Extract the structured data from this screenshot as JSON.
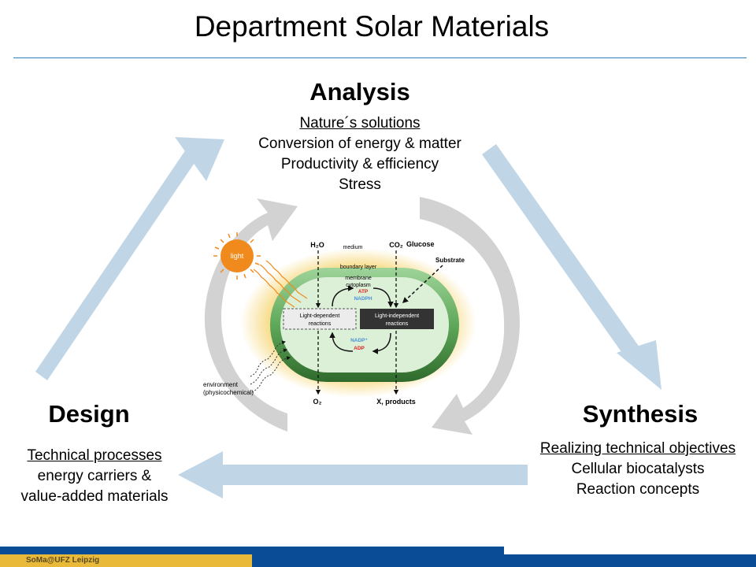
{
  "page": {
    "title": "Department Solar Materials"
  },
  "analysis": {
    "heading": "Analysis",
    "lines": [
      "Nature´s solutions",
      "Conversion of energy & matter",
      "Productivity & efficiency",
      "Stress"
    ]
  },
  "design": {
    "heading": "Design",
    "lines": [
      "Technical processes",
      "energy carriers &",
      "value-added materials"
    ]
  },
  "synthesis": {
    "heading": "Synthesis",
    "lines": [
      "Realizing technical objectives",
      "Cellular biocatalysts",
      "Reaction concepts"
    ]
  },
  "diagram": {
    "light": "light",
    "h2o": "H₂O",
    "medium": "medium",
    "co2": "CO₂",
    "glucose": "Glucose",
    "substrate": "Substrate",
    "boundary_layer": "boundary layer",
    "membrane": "membrane",
    "cytoplasm": "cytoplasm",
    "atp": "ATP",
    "nadph": "NADPH",
    "light_dependent_1": "Light-dependent",
    "light_dependent_2": "reactions",
    "light_independent_1": "Light-independent",
    "light_independent_2": "reactions",
    "nadp": "NADP⁺",
    "adp": "ADP",
    "environment_1": "environment",
    "environment_2": "(physicochemical)",
    "o2": "O₂",
    "products": "X, products"
  },
  "footer": {
    "label": "SoMa@UFZ Leipzig"
  },
  "colors": {
    "cycle_arrow": "#c0d5e6",
    "ring_arrow": "#d2d2d2",
    "cell_green": "#6fb86a",
    "cell_inner": "#dcf0d8",
    "glow": "#f2c230",
    "sun": "#f08a1c",
    "atp": "#e02020",
    "nadph": "#4a90d9",
    "footer_blue": "#0a4d96",
    "footer_gold": "#e9b93a"
  }
}
